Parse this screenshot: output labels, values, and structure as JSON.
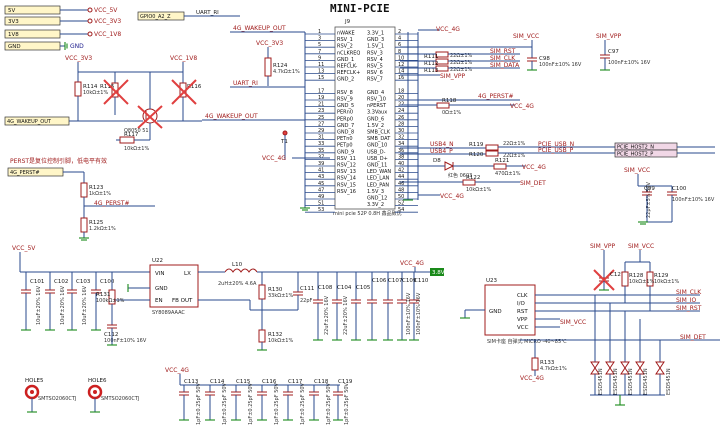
{
  "title": "MINI-PCIE",
  "connector": {
    "ref": "J9",
    "footer": "mini pcie 52P 0.8H 鑫品致优",
    "left_pins": [
      "nWAKE",
      "RSV_1",
      "RSV_2",
      "nCLKREQ",
      "GND_1",
      "REFCLK-",
      "REFCLK+",
      "GND_2",
      "",
      "RSV_8",
      "RSV_9",
      "GND_5",
      "PERn0",
      "PERp0",
      "GND_7",
      "GND_8",
      "PETn0",
      "PETp0",
      "GND_9",
      "RSV_11",
      "RSV_12",
      "RSV_13",
      "RSV_14",
      "RSV_15",
      "RSV_16"
    ],
    "right_pins": [
      "3.3V_1",
      "GND_3",
      "1.5V_1",
      "RSV_3",
      "RSV_4",
      "RSV_5",
      "RSV_6",
      "RSV_7",
      "",
      "GND_4",
      "RSV_10",
      "nPERST",
      "3.3Vaux",
      "GND_6",
      "1.5V_2",
      "SMB_CLK",
      "SMB_DAT",
      "GND_10",
      "USB_D-",
      "USB_D+",
      "GND_11",
      "LED_WAN",
      "LED_LAN",
      "LED_PAN",
      "1.5V_3",
      "GND_12",
      "3.3V_2"
    ],
    "left_nums": [
      "1",
      "3",
      "5",
      "7",
      "9",
      "11",
      "13",
      "15",
      "",
      "17",
      "19",
      "21",
      "23",
      "25",
      "27",
      "29",
      "31",
      "33",
      "35",
      "37",
      "39",
      "41",
      "43",
      "45",
      "47",
      "49",
      "51",
      "53"
    ],
    "right_nums": [
      "2",
      "4",
      "6",
      "8",
      "10",
      "12",
      "14",
      "16",
      "",
      "18",
      "20",
      "22",
      "24",
      "26",
      "28",
      "30",
      "32",
      "34",
      "36",
      "38",
      "40",
      "42",
      "44",
      "46",
      "48",
      "50",
      "52",
      "54"
    ]
  },
  "power_labels": [
    {
      "text": "5V",
      "net": "VCC_5V"
    },
    {
      "text": "3V3",
      "net": "VCC_3V3"
    },
    {
      "text": "1V8",
      "net": "VCC_1V8"
    },
    {
      "text": "GND",
      "net": "GND"
    }
  ],
  "nets": {
    "gpio": "GPIO0_A2_Z",
    "uart_ri": "UART_RI",
    "uart_ri2": "UART_RI",
    "wakeup_top": "4G_WAKEUP_OUT",
    "wakeup_mid": "4G_WAKEUP_OUT",
    "wakeup_left": "4G_WAKEUP_OUT",
    "vcc_3v3": "VCC_3V3",
    "vcc_3v3b": "VCC_3V3",
    "vcc_1v8": "VCC_1V8",
    "vcc_4g_top": "VCC_4G",
    "vcc_4g_mid": "VCC_4G",
    "vcc_4g_left": "VCC_4G",
    "vcc_4g_bot": "VCC_4G",
    "vcc_4g_b2": "VCC_4G",
    "vcc_4g_sw": "VCC_4G",
    "vcc_4g_caps": "VCC_4G",
    "vcc_5v": "VCC_5V",
    "sim_vcc": "SIM_VCC",
    "sim_vcc2": "SIM_VCC",
    "sim_vcc3": "SIM_VCC",
    "sim_vpp": "SIM_VPP",
    "sim_vpp2": "SIM_VPP",
    "sim_vpp3": "SIM_VPP",
    "sim_rst": "SIM_RST",
    "sim_clk": "SIM_CLK",
    "sim_data": "SIM_DATA",
    "sim_clk2": "SIM_CLK",
    "sim_io": "SIM_IO",
    "sim_rst2": "SIM_RST",
    "sim_det": "SIM_DET",
    "sim_det2": "SIM_DET",
    "perst": "4G_PERST#",
    "perst_left": "4G_PERST#",
    "perst_mid": "4G_PERST#",
    "perst_note": "PERST是复位控制引脚，低电平有效",
    "usb4_n": "USB4_N",
    "usb4_p": "USB4_P",
    "pcie_usb_n": "PCIE_USB_N",
    "pcie_usb_p": "PCIE_USB_P",
    "pcie_host2_n": "PCIE_HOST2_N",
    "pcie_host2_p": "PCIE_HOST2_P",
    "v3_8": "3.8V"
  },
  "parts": {
    "R114": "R114",
    "R114v": "10kΩ±1%",
    "R115": "R115",
    "R116": "R116",
    "R117": "R117",
    "R117v": "10kΩ±1%",
    "Q8": "Q8050 51",
    "R124": "R124",
    "R124v": "4.7kΩ±1%",
    "R111": "R111",
    "R111v": "22Ω±1%",
    "R112": "R112",
    "R112v": "22Ω±1%",
    "R113": "R113",
    "R113v": "22Ω±1%",
    "C98": "C98",
    "C98v": "100nF±10% 16V",
    "C97": "C97",
    "C97v": "100nF±10% 16V",
    "R118": "R118",
    "R118v": "0Ω±1%",
    "R119": "R119",
    "R119v": "22Ω±1%",
    "R120": "R120",
    "R120v": "22Ω±1%",
    "R121": "R121",
    "R121v": "470Ω±1%",
    "R122": "R122",
    "R122v": "10kΩ±1%",
    "D8": "D8",
    "D8v": "红色 0603",
    "T1": "T1",
    "R123": "R123",
    "R123v": "1kΩ±1%",
    "R125": "R125",
    "R125v": "1.2kΩ±1%",
    "C99": "C99",
    "C99v": "22pF±5% 50V",
    "C100": "C100",
    "C100v": "100nF±10% 16V",
    "U22": "U22",
    "U22v": "SY8089AAAC",
    "u22_vin": "VIN",
    "u22_gnd": "GND",
    "u22_en": "EN",
    "u22_lx": "LX",
    "u22_fb": "FB OUT",
    "L10": "L10",
    "L10v": "2uH±20% 4.6A",
    "C101": "C101",
    "C102": "C102",
    "C103": "C103",
    "C100b": "C100",
    "C101v": "10uF±20% 16V",
    "C102v": "10uF±20% 16V",
    "C103v": "10uF±20% 16V",
    "C100bv": "100nF±10% 16V",
    "R131": "R131",
    "R131v": "100kΩ±1%",
    "C112": "C112",
    "C112v": "100nF±10% 16V",
    "R130": "R130",
    "R130v": "33kΩ±1%",
    "C111": "C111",
    "C111v": "22pF",
    "R132": "R132",
    "R132v": "10kΩ±1%",
    "C108": "C108",
    "C108v": "22uF±20% 16V",
    "C104": "C104",
    "C105": "C105",
    "C106": "C106",
    "C107": "C107",
    "C104v": "22uF±20% 16V",
    "C109": "C109",
    "C109v": "100nF±10% 16V",
    "C110": "C110",
    "C110v": "100nF±10% 16V",
    "U23": "U23",
    "U23v": "SIM卡座 自弹式 MICRO -40~85℃",
    "u23_clk": "CLK",
    "u23_io": "I/O",
    "u23_rst": "RST",
    "u23_vpp": "VPP",
    "u23_vcc": "VCC",
    "u23_gnd": "GND",
    "R128": "R128",
    "R129": "R129",
    "R128v": "10kΩ±1%",
    "R129v": "10kΩ±1%",
    "C127": "C127",
    "R133": "R133",
    "R133v": "4.7kΩ±1%",
    "D1": "ESD5451N",
    "D2": "ESD5451N",
    "D3": "ESD5451N",
    "D4": "ESD5451N",
    "D5": "ESD5451N",
    "C113": "C113",
    "C114": "C114",
    "C115": "C115",
    "C116": "C116",
    "C117": "C117",
    "C118": "C118",
    "C119": "C119",
    "cap_bot_v": "1pF±0.25pF 50V",
    "HOLE5": "HOLE5",
    "HOLE6": "HOLE6",
    "hole_v": "SMTSO2060CTJ"
  }
}
